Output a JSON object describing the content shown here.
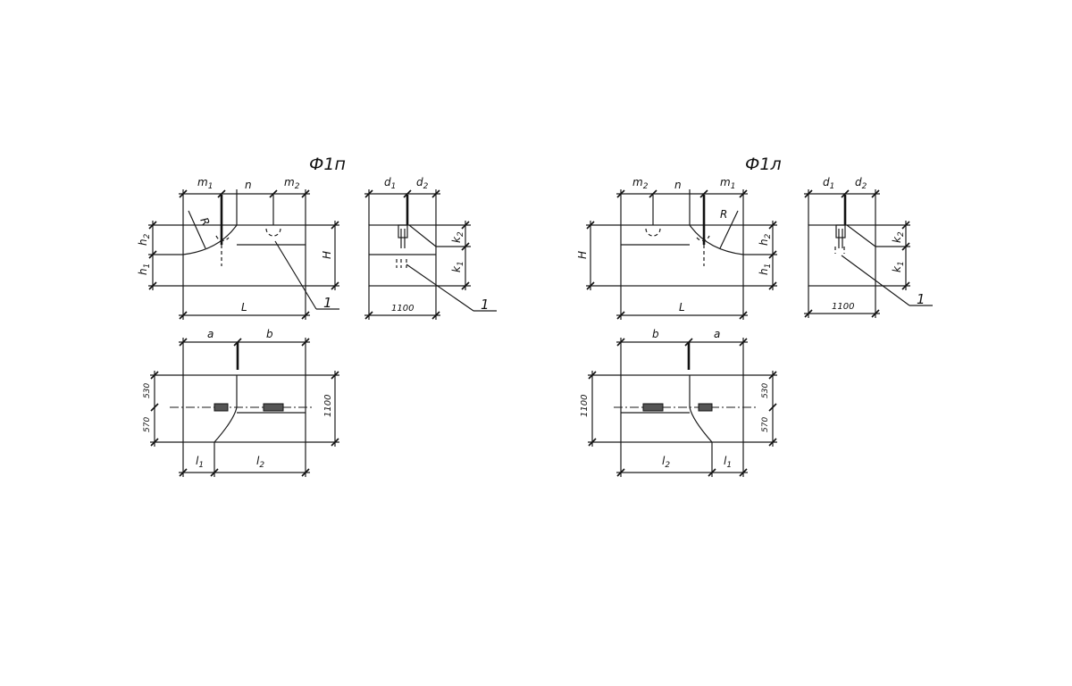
{
  "drawings": {
    "right": {
      "title": "Ф1п",
      "front": {
        "m1": "m",
        "m1_sub": "1",
        "n": "n",
        "m2": "m",
        "m2_sub": "2",
        "R": "R",
        "h2": "h",
        "h2_sub": "2",
        "h1": "h",
        "h1_sub": "1",
        "H": "H",
        "L": "L",
        "callout": "1"
      },
      "side": {
        "d1": "d",
        "d1_sub": "1",
        "d2": "d",
        "d2_sub": "2",
        "k2": "k",
        "k2_sub": "2",
        "k1": "k",
        "k1_sub": "1",
        "width": "1100",
        "callout": "1"
      },
      "plan": {
        "a": "a",
        "b": "b",
        "w_top": "530",
        "w_bottom": "570",
        "total": "1100",
        "l1": "l",
        "l1_sub": "1",
        "l2": "l",
        "l2_sub": "2"
      }
    },
    "left": {
      "title": "Ф1л",
      "front": {
        "m2": "m",
        "m2_sub": "2",
        "n": "n",
        "m1": "m",
        "m1_sub": "1",
        "R": "R",
        "H": "H",
        "h2": "h",
        "h2_sub": "2",
        "h1": "h",
        "h1_sub": "1",
        "L": "L"
      },
      "side": {
        "d1": "d",
        "d1_sub": "1",
        "d2": "d",
        "d2_sub": "2",
        "k2": "k",
        "k2_sub": "2",
        "k1": "k",
        "k1_sub": "1",
        "width": "1100",
        "callout": "1"
      },
      "plan": {
        "b": "b",
        "a": "a",
        "total": "1100",
        "w_top": "530",
        "w_bottom": "570",
        "l2": "l",
        "l2_sub": "2",
        "l1": "l",
        "l1_sub": "1"
      }
    }
  }
}
